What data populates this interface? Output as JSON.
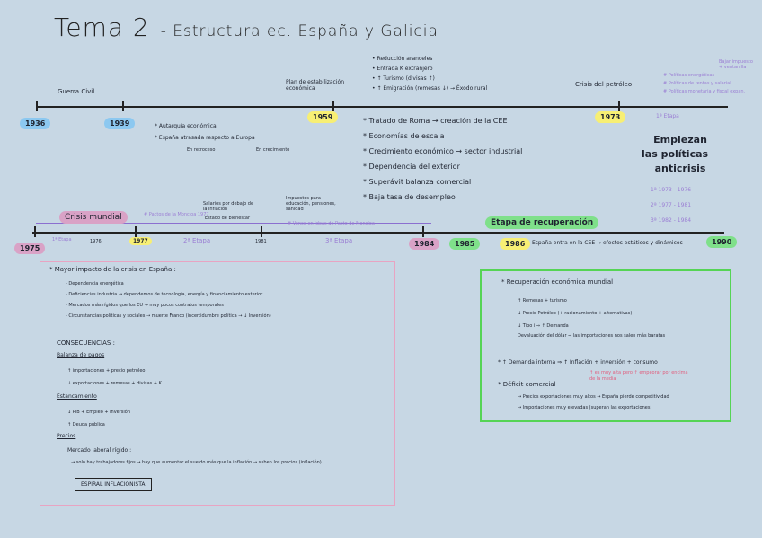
{
  "title": {
    "main": "Tema 2",
    "rest": "- Estructura ec. España y Galicia"
  },
  "top_timeline": {
    "guerra_civil": "Guerra Civil",
    "plan_estabilizacion": "Plan de estabilización económica",
    "crisis_petroleo": "Crisis del petróleo",
    "years": [
      "1936",
      "1939",
      "1959",
      "1973"
    ],
    "plan_effects": [
      "• Reducción aranceles",
      "• Entrada K extranjero",
      "• ↑ Turismo (divisas ↑)",
      "• ↑ Emigración (remesas ↓) → Éxodo rural"
    ],
    "autarquia": [
      "* Autarquía económica",
      "* España atrasada respecto a Europa"
    ],
    "autarquia_sub": [
      "En retroceso",
      "En crecimiento"
    ],
    "desarrollo": [
      "* Tratado de Roma → creación de la CEE",
      "* Economías de escala",
      "* Crecimiento económico → sector industrial",
      "* Dependencia del exterior",
      "* Superávit balanza comercial",
      "* Baja tasa de desempleo"
    ],
    "crisis_right": [
      "# Políticas energéticas",
      "# Políticas de rentas y salarial",
      "# Políticas monetaria y fiscal expan."
    ],
    "crisis_right_extra": [
      "Bajar impuesto",
      "+ ventanilla"
    ],
    "etapa1": "1ª Etapa"
  },
  "empiezan": {
    "label1": "Empiezan",
    "label2": "las políticas",
    "label3": "anticrisis",
    "etapas": [
      "1ª  1973 - 1976",
      "2ª  1977 - 1981",
      "3ª  1982 - 1984"
    ]
  },
  "bottom_timeline": {
    "crisis_mundial": "Crisis mundial",
    "pactos": "# Pactos de la Moncloa 1977",
    "salarios": "Salarios por debajo de la inflación",
    "estado_bienestar": "Estado de bienestar",
    "impuestos": "Impuestos para educación, pensiones, sanidad",
    "vence": "# Vence en ideas de Pacto de Moncloa",
    "etapa_recuperacion": "Etapa de recuperación",
    "espana_cee": "España entra en la CEE → efectos estáticos y dinámicos",
    "years": [
      "1975",
      "1976",
      "1977",
      "1981",
      "1984",
      "1985",
      "1986",
      "1990"
    ],
    "etapas": [
      "1ª Etapa",
      "2ª Etapa",
      "3ª Etapa"
    ]
  },
  "left_box": {
    "heading": "* Mayor impacto de la crisis en España :",
    "bullets": [
      "- Dependencia energética",
      "- Deficiencias industria → dependemos de tecnología, energía y financiamiento exterior",
      "- Mercados más rígidos que los EU → muy pocos contratos temporales",
      "- Circunstancias políticas y sociales → muerte Franco (incertidumbre política → ↓ Inversión)"
    ],
    "consecuencias": "CONSECUENCIAS :",
    "balanza": "Balanza de pagos",
    "balanza_items": [
      "↑ importaciones + precio petróleo",
      "↓ exportaciones + remesas + divisas + K"
    ],
    "estancamiento": "Estancamiento",
    "estanc_items": [
      "↓ PIB + Empleo + inversión",
      "↑ Deuda pública"
    ],
    "precios": "Precios",
    "mercado": "Mercado laboral rígido :",
    "mercado_item": "→ solo hay trabajadores fijos → hay que aumentar el sueldo más que la inflación → suben los precios (inflación)",
    "espiral": "ESPIRAL INFLACIONISTA"
  },
  "right_box": {
    "heading": "* Recuperación económica mundial",
    "items": [
      "↑ Remesas + turismo",
      "↓ Precio Petróleo (+ racionamiento + alternativas)",
      "↓ Tipo i ⇒ ↑ Demanda",
      "Devaluación del dólar ⇒ las importaciones nos salen más baratas"
    ],
    "demanda": "* ↑ Demanda interna ⇒ ↑ Inflación + inversión + consumo",
    "demanda_note": "↑ es muy alta pero ↑ empeorar por encima de la media",
    "deficit": "* Déficit comercial",
    "deficit_items": [
      "→ Precios exportaciones muy altos → España pierde competitividad",
      "→ Importaciones muy elevadas (superan las exportaciones)"
    ]
  }
}
